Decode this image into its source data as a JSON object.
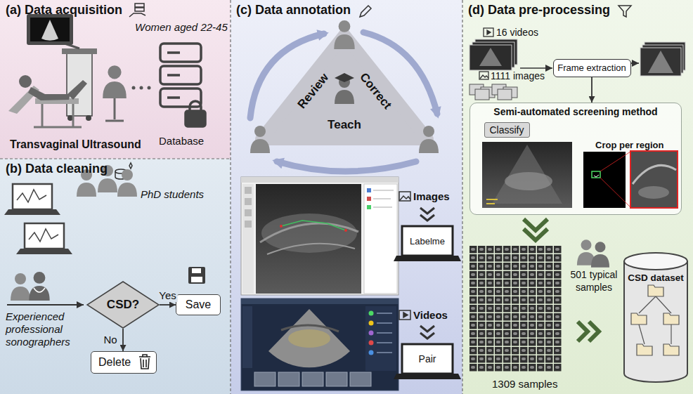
{
  "diagram": {
    "nodes": [
      {
        "text": [
          "(a) Data acquisition"
        ]
      },
      {
        "text": [
          "(b) Data cleaning"
        ]
      },
      {
        "text": [
          "CSD?"
        ],
        "in": 1
      },
      {
        "text": [
          "Save"
        ],
        "in": 1
      },
      {
        "text": [
          "Delete"
        ],
        "in": 1
      },
      {
        "text": [
          "(c) Data annotation"
        ]
      },
      {
        "text": [
          "Review",
          "Correct",
          "Teach"
        ],
        "in": 5
      },
      {
        "text": [
          "(d) Data pre-processing"
        ]
      },
      {
        "text": [
          "Frame extraction"
        ],
        "in": 7
      },
      {
        "text": [
          "Semi-automated screening method",
          "Crop per region"
        ],
        "in": 7
      },
      {
        "text": [
          "Classify"
        ],
        "in": 9
      },
      {
        "text": [
          "CSD dataset"
        ],
        "in": 7
      }
    ],
    "edges": [
      {
        "from": 2,
        "to": 3,
        "arrow": "to",
        "label": "Yes"
      },
      {
        "from": 2,
        "to": 4,
        "arrow": "to",
        "label": "No"
      },
      {
        "from": 8,
        "to": 9,
        "arrow": "to"
      }
    ],
    "labels": [
      "Women aged 22-45",
      "Transvaginal Ultrasound",
      "Database",
      "PhD students",
      "Experienced professional sonographers",
      "Images",
      "Labelme",
      "Videos",
      "Pair",
      "16 videos",
      "1111 images",
      "1309 samples",
      "501 typical samples"
    ]
  }
}
